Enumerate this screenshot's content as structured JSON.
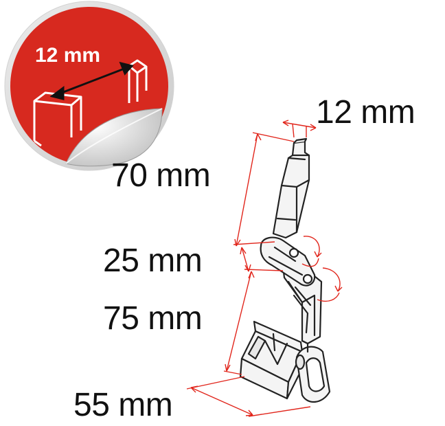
{
  "badge": {
    "label": "12 mm"
  },
  "dimensions": {
    "width_top": "12 mm",
    "upper_length": "70 mm",
    "joint_length": "25 mm",
    "lower_length": "75 mm",
    "base_width": "55 mm"
  },
  "colors": {
    "badge_red": "#d7291f",
    "dimension_line": "#e1251b",
    "outline": "#222222",
    "part_fill": "#f4f4f4",
    "text": "#111111"
  }
}
